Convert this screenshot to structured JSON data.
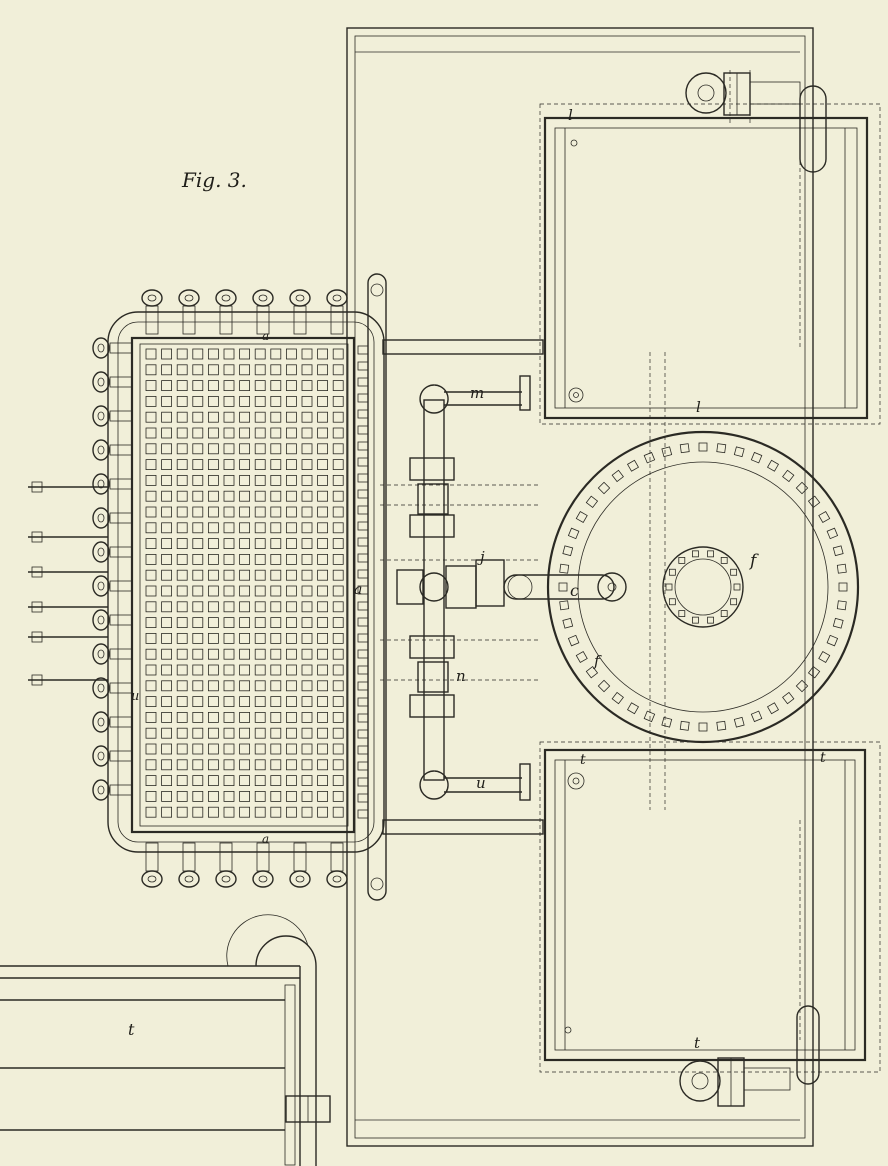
{
  "figure": {
    "title": "Fig. 3.",
    "background": "#f1efd9",
    "ink": "#2b2a24"
  },
  "labels": {
    "a_top": "a",
    "a_mid": "a",
    "a_bottom": "a",
    "u_left": "u",
    "l_top": "l",
    "l_bottom": "l",
    "m": "m",
    "n": "n",
    "j": "j",
    "c": "c",
    "f_center": "f",
    "f_ring": "f",
    "u_pipe": "u",
    "t_right_1": "t",
    "t_right_2": "t",
    "t_right_3": "t",
    "t_left": "t"
  }
}
